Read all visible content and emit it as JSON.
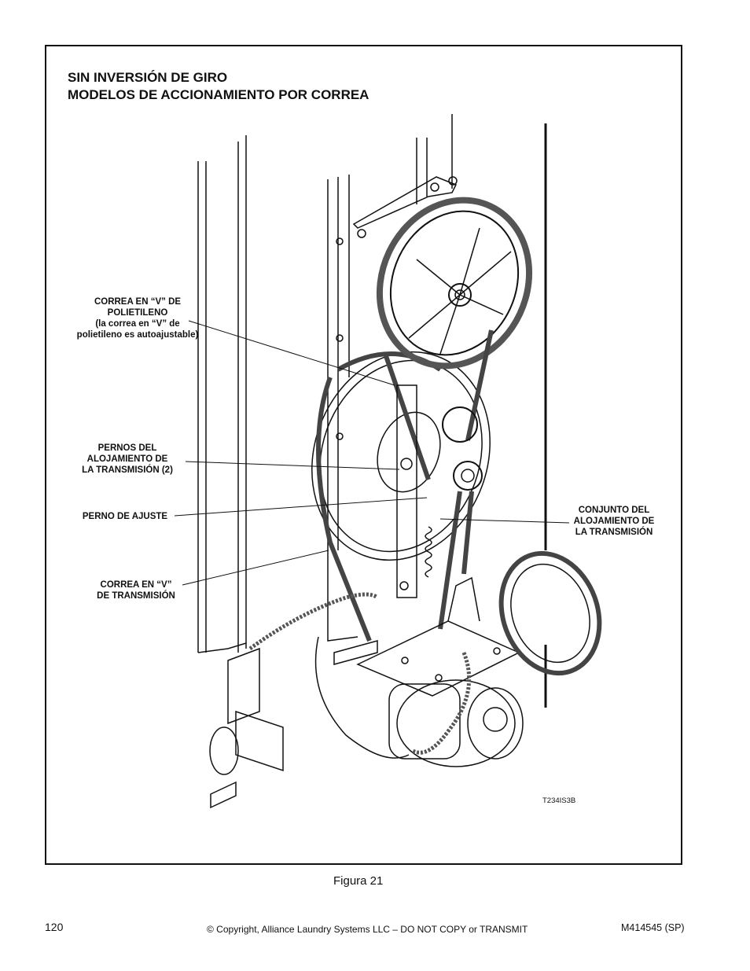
{
  "title": {
    "line1": "SIN INVERSIÓN DE GIRO",
    "line2": "MODELOS DE ACCIONAMIENTO POR CORREA"
  },
  "callouts": {
    "poly_belt": {
      "line1": "CORREA EN “V” DE",
      "line2": "POLIETILENO",
      "line3": "(la correa en “V” de",
      "line4": "polietileno es autoajustable)"
    },
    "housing_bolts": {
      "line1": "PERNOS DEL",
      "line2": "ALOJAMIENTO DE",
      "line3": "LA TRANSMISIÓN (2)"
    },
    "adjust_bolt": {
      "line1": "PERNO DE AJUSTE"
    },
    "drive_belt": {
      "line1": "CORREA EN “V”",
      "line2": "DE TRANSMISIÓN"
    },
    "housing_assembly": {
      "line1": "CONJUNTO DEL",
      "line2": "ALOJAMIENTO DE",
      "line3": "LA TRANSMISIÓN"
    }
  },
  "illustration_code": "T234IS3B",
  "figure_caption": "Figura  21",
  "footer": {
    "page_number": "120",
    "copyright": "© Copyright, Alliance Laundry Systems LLC – DO NOT COPY or TRANSMIT",
    "doc_number": "M414545 (SP)"
  }
}
